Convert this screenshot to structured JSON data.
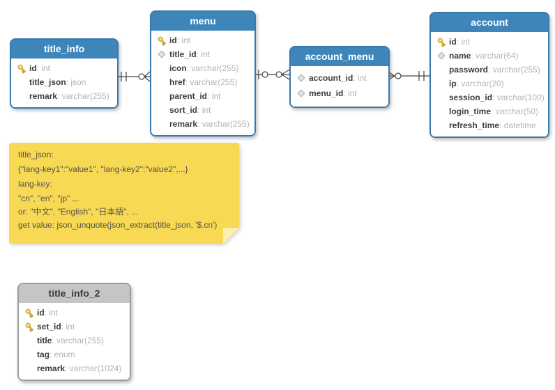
{
  "diagram": {
    "colors": {
      "table_header_blue": "#3e86ba",
      "table_border_blue": "#3579af",
      "table_header_gray": "#c5c5c5",
      "table_border_gray": "#9c9c9c",
      "note_bg": "#f7d954",
      "field_name": "#3d3d3d",
      "field_type": "#b3b3b3",
      "connector": "#444444",
      "key_icon": "#ecc235",
      "diamond_icon": "#e3e3e3"
    },
    "tables": [
      {
        "name": "title_info",
        "variant": "blue",
        "fields": [
          {
            "icon": "key-icon",
            "name": "id",
            "type": "int"
          },
          {
            "icon": "",
            "name": "title_json",
            "type": "json"
          },
          {
            "icon": "",
            "name": "remark",
            "type": "varchar(255)"
          }
        ]
      },
      {
        "name": "menu",
        "variant": "blue",
        "fields": [
          {
            "icon": "key-icon",
            "name": "id",
            "type": "int"
          },
          {
            "icon": "diamond-icon",
            "name": "title_id",
            "type": "int"
          },
          {
            "icon": "",
            "name": "icon",
            "type": "varchar(255)"
          },
          {
            "icon": "",
            "name": "href",
            "type": "varchar(255)"
          },
          {
            "icon": "",
            "name": "parent_id",
            "type": "int"
          },
          {
            "icon": "",
            "name": "sort_id",
            "type": "int"
          },
          {
            "icon": "",
            "name": "remark",
            "type": "varchar(255)"
          }
        ]
      },
      {
        "name": "account_menu",
        "variant": "blue",
        "fields": [
          {
            "icon": "diamond-icon",
            "name": "account_id",
            "type": "int"
          },
          {
            "icon": "diamond-icon",
            "name": "menu_id",
            "type": "int"
          }
        ]
      },
      {
        "name": "account",
        "variant": "blue",
        "fields": [
          {
            "icon": "key-icon",
            "name": "id",
            "type": "int"
          },
          {
            "icon": "diamond-icon",
            "name": "name",
            "type": "varchar(64)"
          },
          {
            "icon": "",
            "name": "password",
            "type": "varchar(255)"
          },
          {
            "icon": "",
            "name": "ip",
            "type": "varchar(20)"
          },
          {
            "icon": "",
            "name": "session_id",
            "type": "varchar(100)"
          },
          {
            "icon": "",
            "name": "login_time",
            "type": "varchar(50)"
          },
          {
            "icon": "",
            "name": "refresh_time",
            "type": "datetime"
          }
        ]
      },
      {
        "name": "title_info_2",
        "variant": "gray",
        "fields": [
          {
            "icon": "key-icon",
            "name": "id",
            "type": "int"
          },
          {
            "icon": "key-icon",
            "name": "set_id",
            "type": "int"
          },
          {
            "icon": "",
            "name": "title",
            "type": "varchar(255)"
          },
          {
            "icon": "",
            "name": "tag",
            "type": "enum"
          },
          {
            "icon": "",
            "name": "remark",
            "type": "varchar(1024)"
          }
        ]
      }
    ],
    "relationships": [
      {
        "from": "title_info",
        "from_cardinality": "exactly-one",
        "to": "menu",
        "to_cardinality": "zero-or-many"
      },
      {
        "from": "menu",
        "from_cardinality": "zero-or-one",
        "to": "account_menu",
        "to_cardinality": "zero-or-many"
      },
      {
        "from": "account_menu",
        "from_cardinality": "zero-or-many",
        "to": "account",
        "to_cardinality": "exactly-one"
      }
    ],
    "note": {
      "lines": [
        "title_json:",
        "{\"lang-key1\":\"value1\", \"lang-key2\":\"value2\",...}",
        "lang-key:",
        "\"cn\", \"en\", \"jp\" ...",
        "or: \"中文\", \"English\", \"日本語\", ...",
        "get value: json_unquote(json_extract(title_json, '$.cn')"
      ]
    }
  }
}
